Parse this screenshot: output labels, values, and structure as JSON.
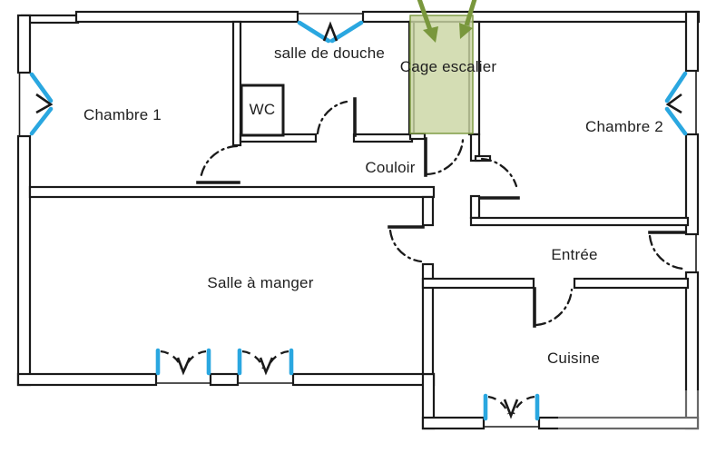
{
  "floor_plan": {
    "rooms": {
      "chambre1": {
        "label": "Chambre 1"
      },
      "salle_de_douche": {
        "label": "salle de douche"
      },
      "wc": {
        "label": "WC"
      },
      "cage_escalier": {
        "label": "Cage escalier"
      },
      "chambre2": {
        "label": "Chambre 2"
      },
      "couloir": {
        "label": "Couloir"
      },
      "salle_a_manger": {
        "label": "Salle à manger"
      },
      "entree": {
        "label": "Entrée"
      },
      "cuisine": {
        "label": "Cuisine"
      }
    },
    "colors": {
      "wall": "#1a1a1a",
      "window_blue": "#2aa7e0",
      "stair_fill": "#cbd6a4",
      "stair_accent": "#79973c",
      "background": "#ffffff"
    }
  }
}
